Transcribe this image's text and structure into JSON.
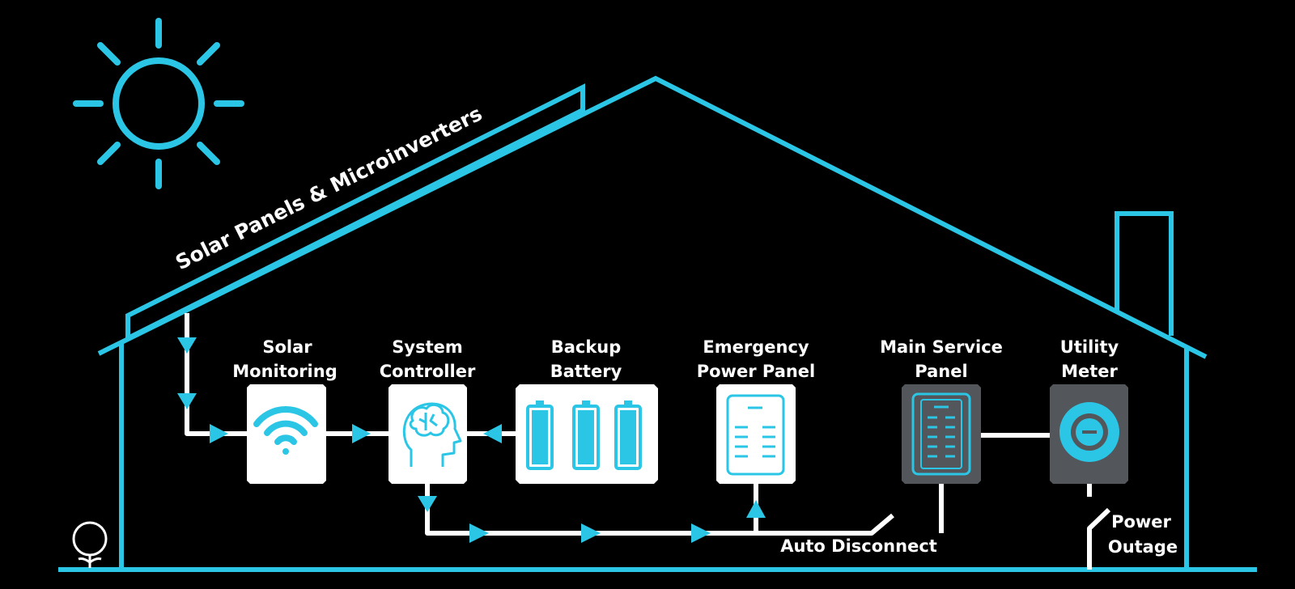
{
  "colors": {
    "accent": "#2bc6e6",
    "background": "#000000",
    "wire": "#ffffff",
    "panel_dark": "#53565a"
  },
  "roof_label": "Solar Panels & Microinverters",
  "components": {
    "solar_monitoring": {
      "line1": "Solar",
      "line2": "Monitoring",
      "icon": "wifi-icon"
    },
    "system_controller": {
      "line1": "System",
      "line2": "Controller",
      "icon": "brain-head-icon"
    },
    "backup_battery": {
      "line1": "Backup",
      "line2": "Battery",
      "icon": "battery-icon"
    },
    "emergency_power_panel": {
      "line1": "Emergency",
      "line2": "Power Panel",
      "icon": "breaker-panel-icon"
    },
    "main_service_panel": {
      "line1": "Main Service",
      "line2": "Panel",
      "icon": "breaker-panel-icon"
    },
    "utility_meter": {
      "line1": "Utility",
      "line2": "Meter",
      "icon": "meter-icon"
    }
  },
  "switches": {
    "auto_disconnect": "Auto Disconnect",
    "power_outage": {
      "line1": "Power",
      "line2": "Outage"
    }
  }
}
